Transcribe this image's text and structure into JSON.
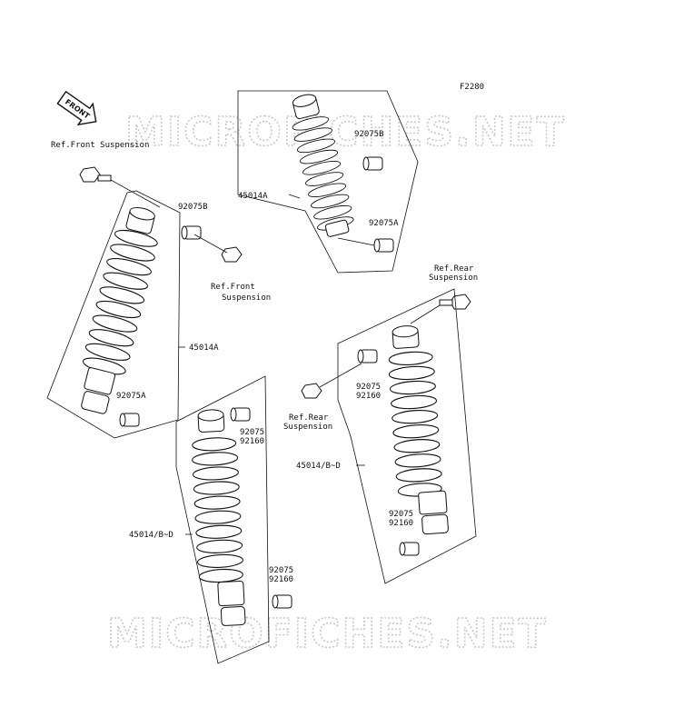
{
  "figure_id": "F2280",
  "watermark": "MICROFICHES.NET",
  "front_badge": "FRONT",
  "labels": {
    "ref_front_suspension_top": "Ref.Front Suspension",
    "ref_front_left_1": "Ref.Front",
    "ref_front_left_2": "Suspension",
    "ref_rear_right_1": "Ref.Rear",
    "ref_rear_right_2": "Suspension",
    "ref_rear_mid_1": "Ref.Rear",
    "ref_rear_mid_2": "Suspension",
    "p_45014a_top": "45014A",
    "p_92075b_top": "92075B",
    "p_92075a_top": "92075A",
    "p_92075b_left": "92075B",
    "p_45014a_left": "45014A",
    "p_92075a_left": "92075A",
    "p_92075_mid_top": "92075",
    "p_92160_mid_top": "92160",
    "p_45014bd_mid": "45014/B~D",
    "p_92075_mid_bot": "92075",
    "p_92160_mid_bot": "92160",
    "p_92075_right_top": "92075",
    "p_92160_right_top": "92160",
    "p_45014bd_right": "45014/B~D",
    "p_92075_right_bot": "92075",
    "p_92160_right_bot": "92160"
  }
}
